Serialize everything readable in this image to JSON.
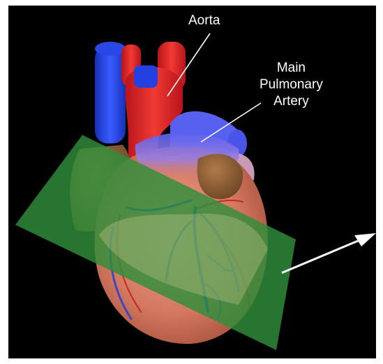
{
  "labels": {
    "aorta": "Aorta",
    "main_pulmonary_artery": [
      "Main",
      "Pulmonary",
      "Artery"
    ]
  },
  "colors": {
    "background": "#000000",
    "vena_cava": "#1e3ad8",
    "aorta": "#d61c22",
    "pulmonary_artery": "#5a62f0",
    "myocardium": "#d98068",
    "atrium": "#8a5e36",
    "coronary_vessels": "#2a45c8",
    "imaging_plane": "#2f8f3a",
    "label_lines": "#ffffff"
  },
  "icons": [
    "direction-arrow-icon"
  ]
}
